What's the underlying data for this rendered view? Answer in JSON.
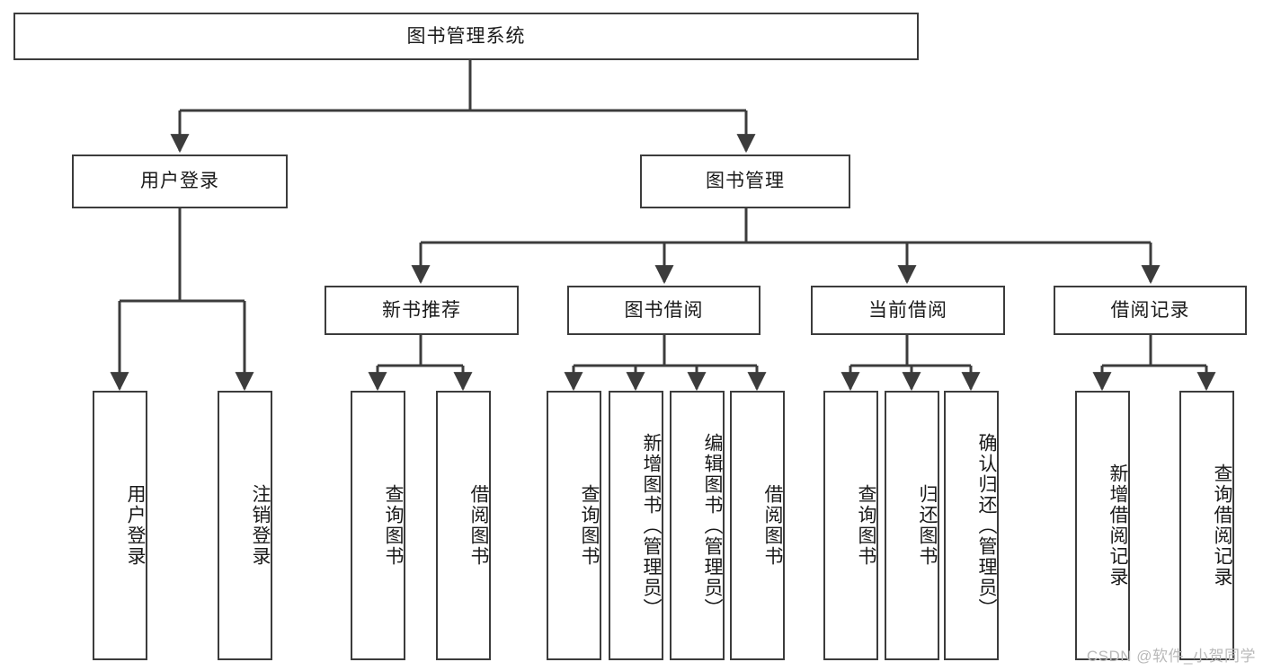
{
  "diagram": {
    "title": "图书管理系统",
    "type": "功能结构图",
    "stroke_color": "#3c3c3c",
    "fill_color": "#ffffff",
    "text_color": "#1a1a1a"
  },
  "root": {
    "label": "图书管理系统"
  },
  "level2": [
    {
      "label": "用户登录"
    },
    {
      "label": "图书管理"
    }
  ],
  "level3": [
    {
      "label": "新书推荐"
    },
    {
      "label": "图书借阅"
    },
    {
      "label": "当前借阅"
    },
    {
      "label": "借阅记录"
    }
  ],
  "leaves": {
    "user_login": [
      {
        "label": "用户登录"
      },
      {
        "label": "注销登录"
      }
    ],
    "new_book": [
      {
        "label": "查询图书"
      },
      {
        "label": "借阅图书"
      }
    ],
    "book_borrow": [
      {
        "label": "查询图书"
      },
      {
        "label": "新增图书（管理员）"
      },
      {
        "label": "编辑图书（管理员）"
      },
      {
        "label": "借阅图书"
      }
    ],
    "current_borrow": [
      {
        "label": "查询图书"
      },
      {
        "label": "归还图书"
      },
      {
        "label": "确认归还（管理员）"
      }
    ],
    "borrow_record": [
      {
        "label": "新增借阅记录"
      },
      {
        "label": "查询借阅记录"
      }
    ]
  },
  "watermark": {
    "text": "CSDN @软件_小贺同学"
  }
}
